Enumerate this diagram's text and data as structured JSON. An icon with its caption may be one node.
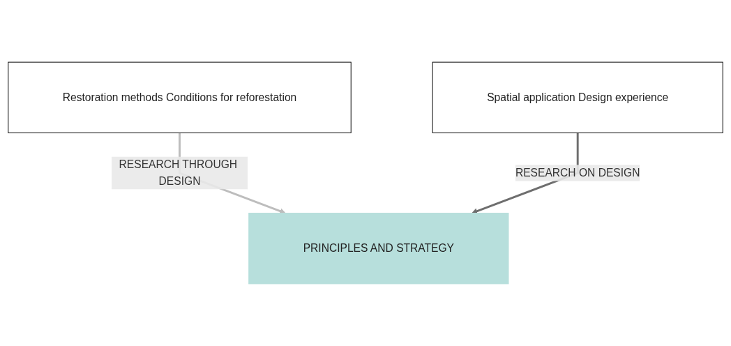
{
  "diagram": {
    "nodes": [
      {
        "text": [
          "Restoration methods Conditions for reforestation"
        ]
      },
      {
        "text": [
          "Spatial application Design experience"
        ]
      },
      {
        "text": [
          "PRINCIPLES AND STRATEGY"
        ]
      }
    ],
    "edges": [
      {
        "from": 0,
        "to": 2,
        "arrow": "to",
        "label": "RESEARCH THROUGH DESIGN",
        "color": "#bdbdbd"
      },
      {
        "from": 1,
        "to": 2,
        "arrow": "to",
        "label": "RESEARCH ON DESIGN",
        "color": "#6e6e6e"
      }
    ]
  }
}
